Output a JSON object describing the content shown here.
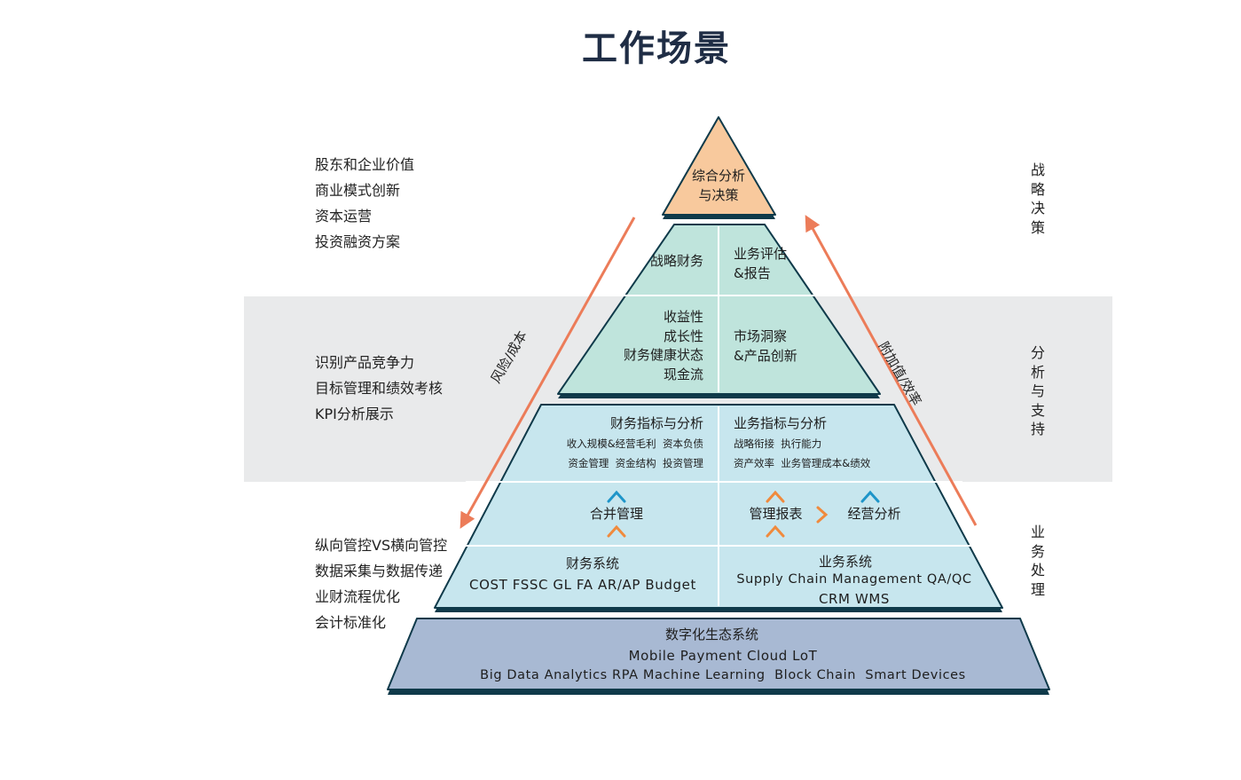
{
  "title": "工作场景",
  "left_groups": [
    [
      "股东和企业价值",
      "商业模式创新",
      "资本运营",
      "投资融资方案"
    ],
    [
      "识别产品竞争力",
      "目标管理和绩效考核",
      "KPI分析展示"
    ],
    [
      "纵向管控VS横向管控",
      "数据采集与数据传递",
      "业财流程优化",
      "会计标准化"
    ]
  ],
  "right_labels": [
    "战略决策",
    "分析与支持",
    "业务处理"
  ],
  "arrows": {
    "left": "风险/成本",
    "right": "附加值/效率"
  },
  "pyramid": {
    "apex": [
      "综合分析",
      "与决策"
    ],
    "tier2": {
      "left_top": "战略财务",
      "right_top": [
        "业务评估",
        "&报告"
      ],
      "left_bottom": [
        "收益性",
        "成长性",
        "财务健康状态",
        "现金流"
      ],
      "right_bottom": [
        "市场洞察",
        "&产品创新"
      ]
    },
    "tier3": {
      "left_title": "财务指标与分析",
      "left_items": [
        "收入规模&经营毛利  资本负债",
        "资金管理  资金结构  投资管理"
      ],
      "right_title": "业务指标与分析",
      "right_items": [
        "战略衔接  执行能力",
        "资产效率  业务管理成本&绩效"
      ],
      "left_mid": "合并管理",
      "right_mid_a": "管理报表",
      "right_mid_b": "经营分析",
      "left_sys_title": "财务系统",
      "left_sys": "COST FSSC GL FA AR/AP Budget",
      "right_sys_title": "业务系统",
      "right_sys": [
        "Supply Chain Management QA/QC",
        "CRM WMS"
      ]
    },
    "base": {
      "title": "数字化生态系统",
      "line1": "Mobile Payment Cloud LoT",
      "line2": "Big Data Analytics RPA Machine Learning  Block Chain  Smart Devices"
    }
  },
  "colors": {
    "apex": "#f8c99d",
    "tier2": "#bfe4dc",
    "tier3": "#c7e6ee",
    "base": "#a8b9d3",
    "edge": "#0f3a4a",
    "arrow": "#ec7c59",
    "accent_chevron": "#1e95c9",
    "accent_orange": "#f08a3c"
  }
}
